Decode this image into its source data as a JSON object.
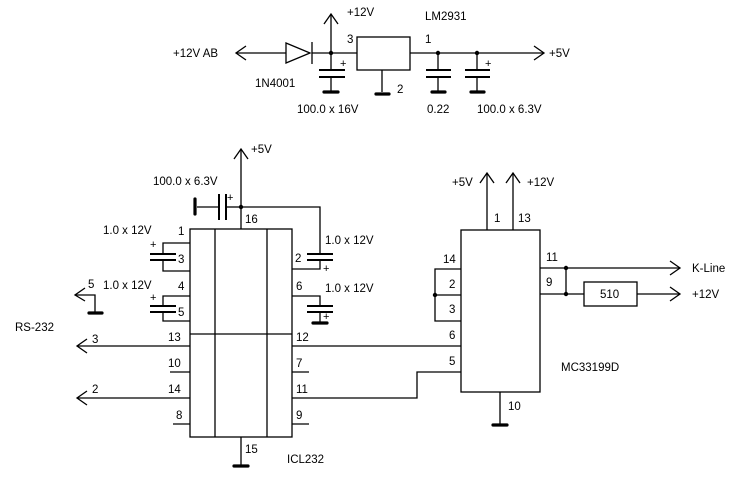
{
  "schematic": {
    "power_section": {
      "input_label": "+12V AB",
      "diode_label": "1N4001",
      "regulator_label": "LM2931",
      "reg_pin_in": "3",
      "reg_pin_out": "1",
      "reg_pin_gnd": "2",
      "supply_label": "+12V",
      "cap_in_label": "100.0 x 16V",
      "cap_out1_label": "0.22",
      "cap_out2_label": "100.0 x 6.3V",
      "output_label": "+5V"
    },
    "icl232": {
      "name": "ICL232",
      "supply_label": "+5V",
      "decoupling_cap_label": "100.0 x 6.3V",
      "cap_labels": [
        "1.0 x 12V",
        "1.0 x 12V",
        "1.0 x 12V",
        "1.0 x 12V"
      ],
      "pins": {
        "p1": "1",
        "p2": "2",
        "p3": "3",
        "p4": "4",
        "p5": "5",
        "p6": "6",
        "p7": "7",
        "p8": "8",
        "p9": "9",
        "p10": "10",
        "p11": "11",
        "p12": "12",
        "p13": "13",
        "p14": "14",
        "p15": "15",
        "p16": "16"
      },
      "rs232_label": "RS-232",
      "db_pin_gnd": "5",
      "db_pin_tx": "3",
      "db_pin_rx": "2"
    },
    "mc33199": {
      "name": "MC33199D",
      "supply5_label": "+5V",
      "supply12_label": "+12V",
      "pins": {
        "p1": "1",
        "p13": "13",
        "p14": "14",
        "p2": "2",
        "p3": "3",
        "p6": "6",
        "p5": "5",
        "p11": "11",
        "p9": "9",
        "p10": "10"
      },
      "kline_label": "K-Line",
      "resistor_label": "510",
      "pullup_label": "+12V"
    }
  }
}
